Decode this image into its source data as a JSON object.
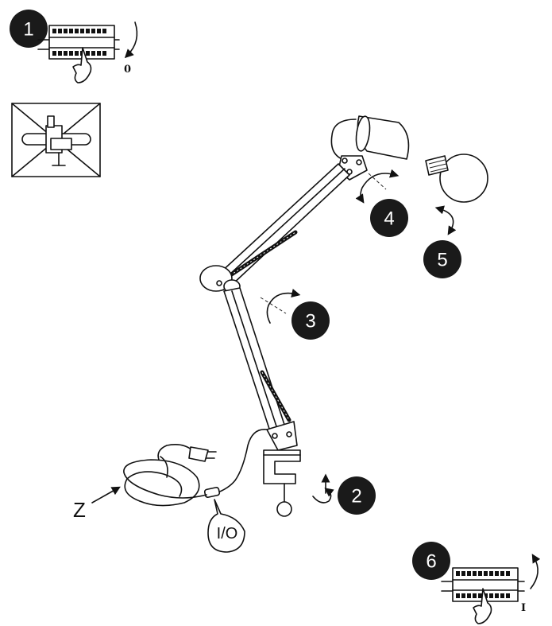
{
  "steps": {
    "step_1": "1",
    "step_2": "2",
    "step_3": "3",
    "step_4": "4",
    "step_5": "5",
    "step_6": "6"
  },
  "labels": {
    "breaker_off_mark": "0",
    "breaker_on_mark": "I",
    "switch_label": "I/O",
    "cable_label": "Z"
  },
  "colors": {
    "badge": "#1a1a1a",
    "ink": "#111111",
    "paper": "#ffffff"
  },
  "icons": {
    "warning_panel": "crossed-out-clamp-on-pipe-icon",
    "breaker_off": "circuit-breaker-off-icon",
    "breaker_on": "circuit-breaker-on-icon"
  }
}
